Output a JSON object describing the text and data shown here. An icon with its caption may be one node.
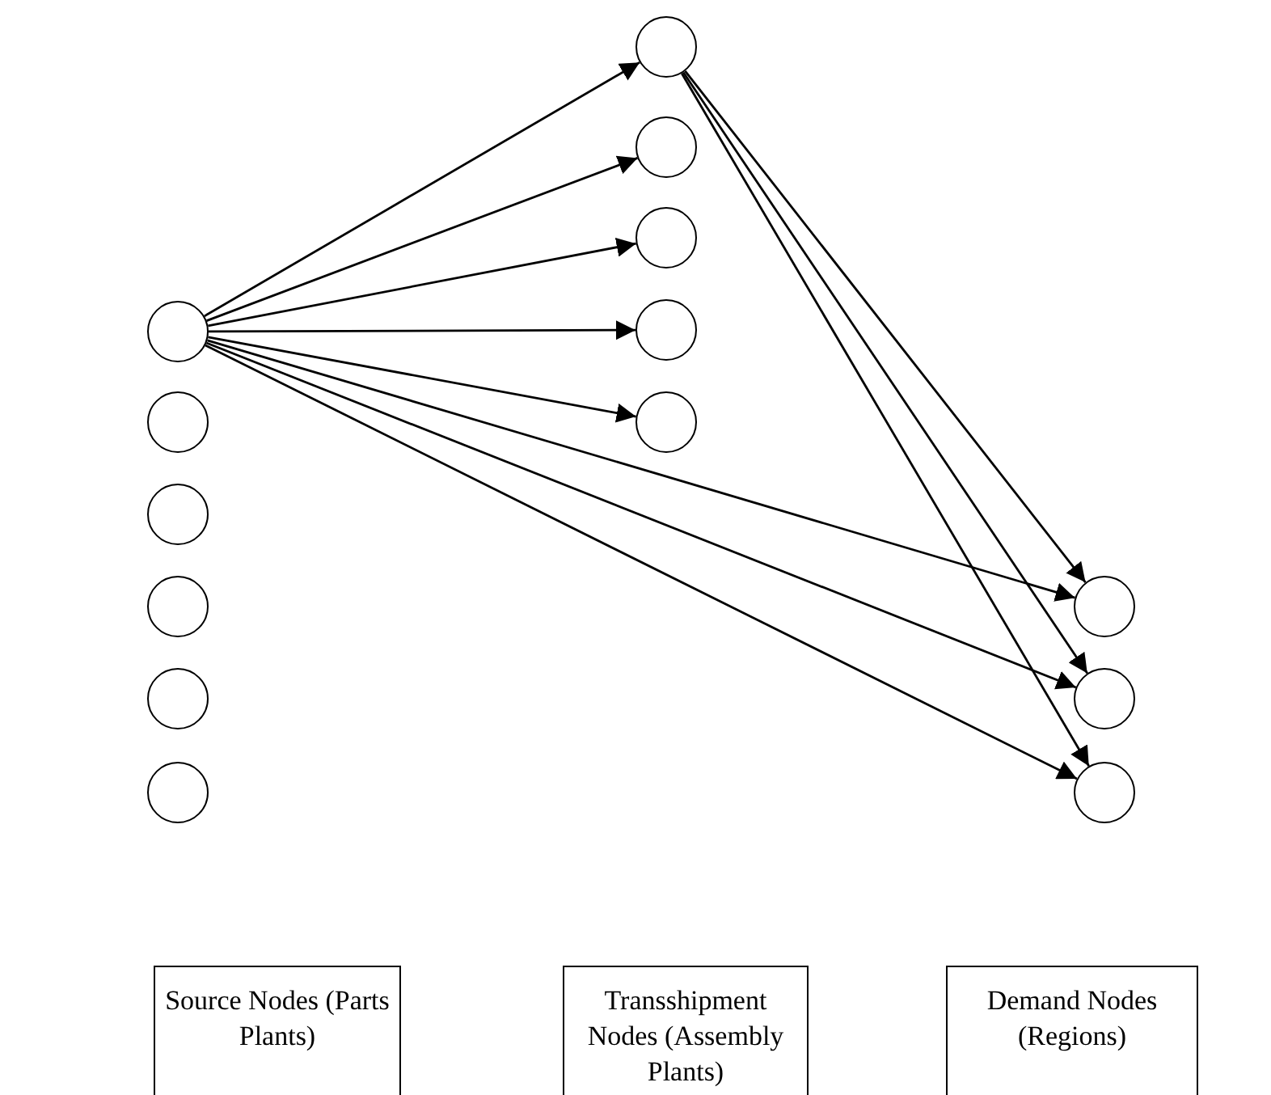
{
  "diagram": {
    "nodes": [
      {
        "text": [],
        "shape": "circle"
      },
      {
        "text": [],
        "shape": "circle"
      },
      {
        "text": [],
        "shape": "circle"
      },
      {
        "text": [],
        "shape": "circle"
      },
      {
        "text": [],
        "shape": "circle"
      },
      {
        "text": [],
        "shape": "circle"
      },
      {
        "text": [],
        "shape": "circle"
      },
      {
        "text": [],
        "shape": "circle"
      },
      {
        "text": [],
        "shape": "circle"
      },
      {
        "text": [],
        "shape": "circle"
      },
      {
        "text": [],
        "shape": "circle"
      },
      {
        "text": [],
        "shape": "circle"
      },
      {
        "text": [],
        "shape": "circle"
      },
      {
        "text": [],
        "shape": "circle"
      },
      {
        "text": [
          "Source Nodes (Parts Plants)"
        ]
      },
      {
        "text": [
          "Transshipment Nodes (Assembly Plants)"
        ]
      },
      {
        "text": [
          "Demand Nodes (Regions)"
        ]
      }
    ],
    "edges": [
      {
        "from": 0,
        "to": 6,
        "arrow": "to"
      },
      {
        "from": 0,
        "to": 7,
        "arrow": "to"
      },
      {
        "from": 0,
        "to": 8,
        "arrow": "to"
      },
      {
        "from": 0,
        "to": 9,
        "arrow": "to"
      },
      {
        "from": 0,
        "to": 10,
        "arrow": "to"
      },
      {
        "from": 0,
        "to": 11,
        "arrow": "to"
      },
      {
        "from": 0,
        "to": 12,
        "arrow": "to"
      },
      {
        "from": 0,
        "to": 13,
        "arrow": "to"
      },
      {
        "from": 6,
        "to": 11,
        "arrow": "to"
      },
      {
        "from": 6,
        "to": 12,
        "arrow": "to"
      },
      {
        "from": 6,
        "to": 13,
        "arrow": "to"
      }
    ]
  }
}
